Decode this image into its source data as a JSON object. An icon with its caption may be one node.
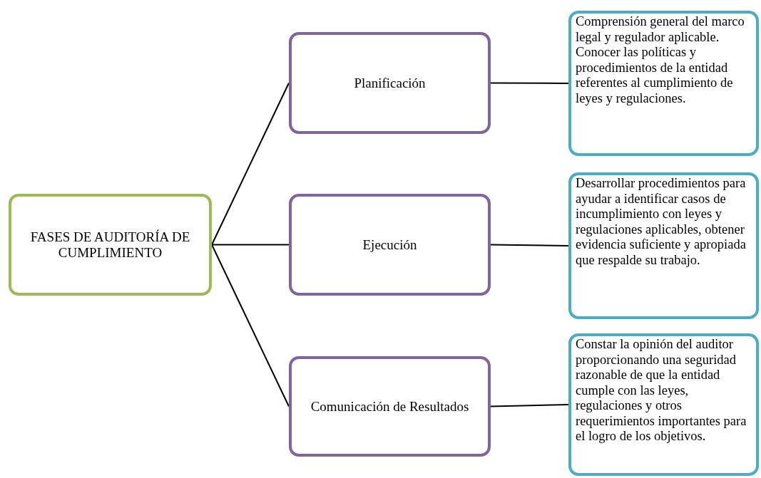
{
  "diagram": {
    "nodes": [
      {
        "text": [
          "FASES DE AUDITORÍA DE CUMPLIMIENTO"
        ]
      },
      {
        "text": [
          "Planificación"
        ]
      },
      {
        "text": [
          "Comprensión general del marco legal y regulador aplicable.",
          "Conocer las políticas y procedimientos de la entidad referentes al cumplimiento de leyes y regulaciones."
        ]
      },
      {
        "text": [
          "Ejecución"
        ]
      },
      {
        "text": [
          "Desarrollar procedimientos para ayudar a identificar casos de incumplimiento con leyes y regulaciones aplicables, obtener evidencia suficiente y apropiada que respalde su trabajo."
        ]
      },
      {
        "text": [
          "Comunicación de Resultados"
        ]
      },
      {
        "text": [
          "Constar la opinión del auditor proporcionando una seguridad razonable de que la entidad cumple con las leyes, regulaciones y otros requerimientos importantes para el logro de los objetivos."
        ]
      }
    ],
    "edges": [
      {
        "from": 0,
        "to": 1,
        "arrow": "none"
      },
      {
        "from": 0,
        "to": 3,
        "arrow": "none"
      },
      {
        "from": 0,
        "to": 5,
        "arrow": "none"
      },
      {
        "from": 1,
        "to": 2,
        "arrow": "none"
      },
      {
        "from": 3,
        "to": 4,
        "arrow": "none"
      },
      {
        "from": 5,
        "to": 6,
        "arrow": "none"
      }
    ]
  }
}
